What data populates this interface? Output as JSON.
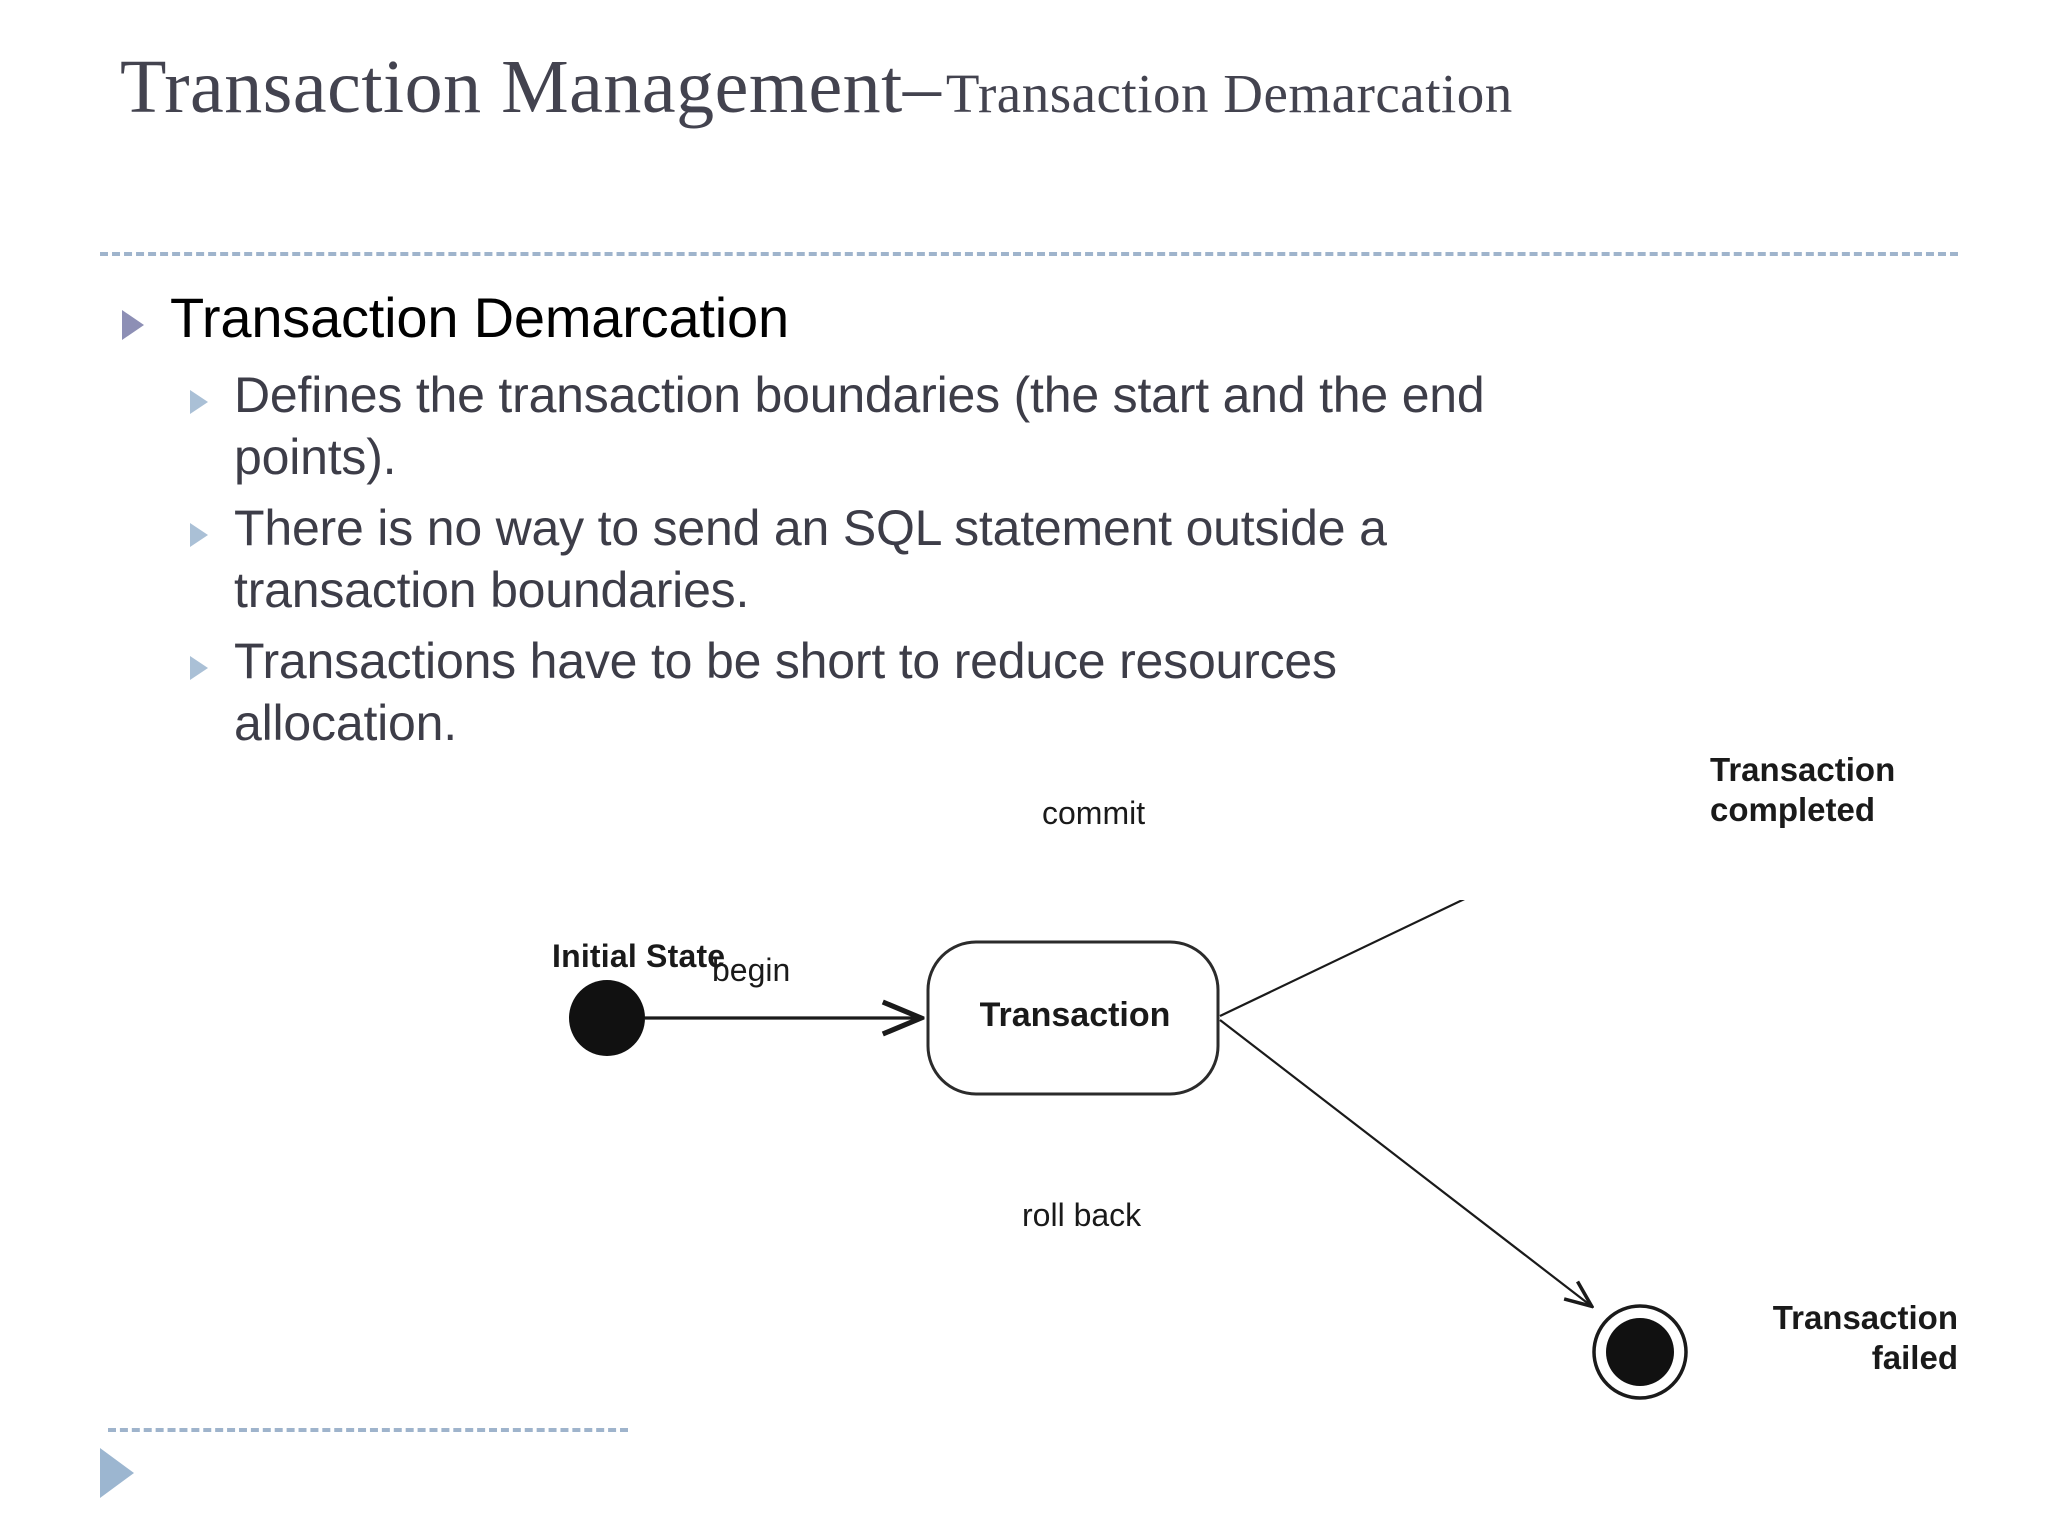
{
  "slide": {
    "title": {
      "main": "Transaction Management",
      "dash": "–",
      "sub": "Transaction Demarcation"
    },
    "bullets": [
      {
        "level": 1,
        "icon": "triangle-bullet-icon",
        "text": "Transaction Demarcation"
      },
      {
        "level": 2,
        "icon": "triangle-bullet-icon",
        "text": "Defines the transaction boundaries (the start and the end points)."
      },
      {
        "level": 2,
        "icon": "triangle-bullet-icon",
        "text": "There is no way to send an SQL statement outside a transaction boundaries."
      },
      {
        "level": 2,
        "icon": "triangle-bullet-icon",
        "text": "Transactions have to be short to reduce resources allocation."
      }
    ],
    "footer": {
      "icon": "triangle-footer-icon"
    },
    "colors": {
      "title_text": "#43434f",
      "rule": "#9fb4cc",
      "bullet_l1_marker": "#8d8fb5",
      "bullet_l2_marker": "#aac0d6",
      "bullet_l1_text": "#000000",
      "bullet_l2_text": "#3d3d48",
      "footer_marker": "#9cb6d0",
      "diagram_ink": "#1a1a1a",
      "background": "#ffffff"
    }
  },
  "diagram": {
    "type": "uml-state-machine",
    "title": "Transaction state diagram",
    "nodes": [
      {
        "id": "initial",
        "kind": "initial-state",
        "label": "Initial State"
      },
      {
        "id": "transaction",
        "kind": "state",
        "label": "Transaction"
      },
      {
        "id": "completed",
        "kind": "final-state",
        "label_line1": "Transaction",
        "label_line2": "completed"
      },
      {
        "id": "failed",
        "kind": "final-state",
        "label_line1": "Transaction",
        "label_line2": "failed"
      }
    ],
    "edges": [
      {
        "from": "initial",
        "to": "transaction",
        "label": "begin"
      },
      {
        "from": "transaction",
        "to": "completed",
        "label": "commit"
      },
      {
        "from": "transaction",
        "to": "failed",
        "label": "roll back"
      }
    ]
  }
}
